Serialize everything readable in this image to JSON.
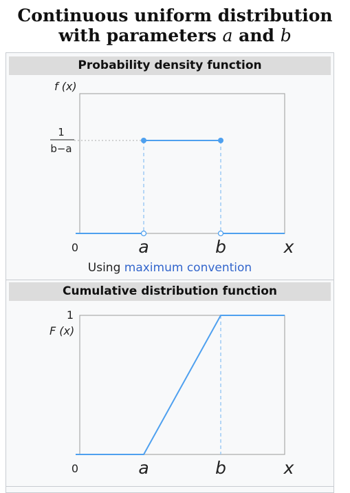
{
  "title": {
    "line1": "Continuous uniform distribution",
    "line2_prefix": "with parameters ",
    "param_a": "a",
    "line2_and": " and ",
    "param_b": "b"
  },
  "pdf_section": {
    "header": "Probability density function",
    "caption_prefix": "Using ",
    "caption_link": "maximum convention"
  },
  "cdf_section": {
    "header": "Cumulative distribution function"
  },
  "chart_data": [
    {
      "type": "line",
      "ylabel": "f (x)",
      "ytick_numerator": "1",
      "ytick_denominator": "b−a",
      "xticks": [
        "0",
        "a",
        "b",
        "x"
      ],
      "series": [
        {
          "x": [
            "0",
            "a"
          ],
          "y": [
            0,
            0
          ]
        },
        {
          "x": [
            "a",
            "b"
          ],
          "y": [
            "1/(b−a)",
            "1/(b−a)"
          ]
        },
        {
          "x": [
            "b",
            "x"
          ],
          "y": [
            0,
            0
          ]
        }
      ],
      "color": "#4ea0ef"
    },
    {
      "type": "line",
      "ylabel": "F (x)",
      "ytick_top": "1",
      "xticks": [
        "0",
        "a",
        "b",
        "x"
      ],
      "series": [
        {
          "x": [
            "0",
            "a",
            "b",
            "x"
          ],
          "y": [
            0,
            0,
            1,
            1
          ]
        }
      ],
      "color": "#4ea0ef"
    }
  ]
}
